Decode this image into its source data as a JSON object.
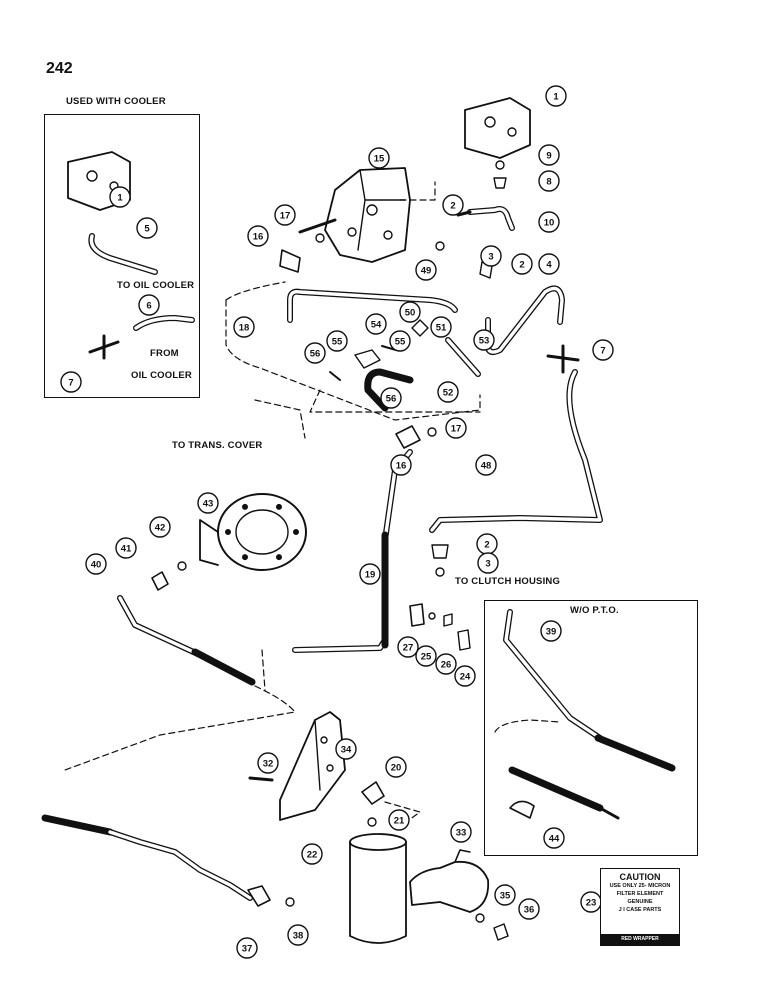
{
  "page_number": "242",
  "labels": {
    "used_with_cooler": "USED WITH COOLER",
    "to_oil_cooler": "TO OIL COOLER",
    "from": "FROM",
    "oil_cooler": "OIL COOLER",
    "to_trans_cover": "TO TRANS. COVER",
    "to_clutch_housing": "TO CLUTCH HOUSING",
    "wo_pto": "W/O P.T.O."
  },
  "caution": {
    "title": "CAUTION",
    "lines": [
      "USE ONLY 25- MICRON",
      "FILTER ELEMENT",
      "GENUINE",
      "J I CASE PARTS"
    ],
    "footer": "RED WRAPPER"
  },
  "callouts": [
    "1",
    "1",
    "2",
    "2",
    "2",
    "3",
    "3",
    "4",
    "5",
    "6",
    "7",
    "7",
    "8",
    "9",
    "10",
    "15",
    "16",
    "16",
    "17",
    "17",
    "18",
    "19",
    "20",
    "21",
    "22",
    "23",
    "24",
    "25",
    "26",
    "27",
    "32",
    "33",
    "34",
    "35",
    "36",
    "37",
    "38",
    "39",
    "40",
    "41",
    "42",
    "43",
    "44",
    "48",
    "49",
    "50",
    "51",
    "52",
    "53",
    "54",
    "55",
    "55",
    "56",
    "56"
  ]
}
